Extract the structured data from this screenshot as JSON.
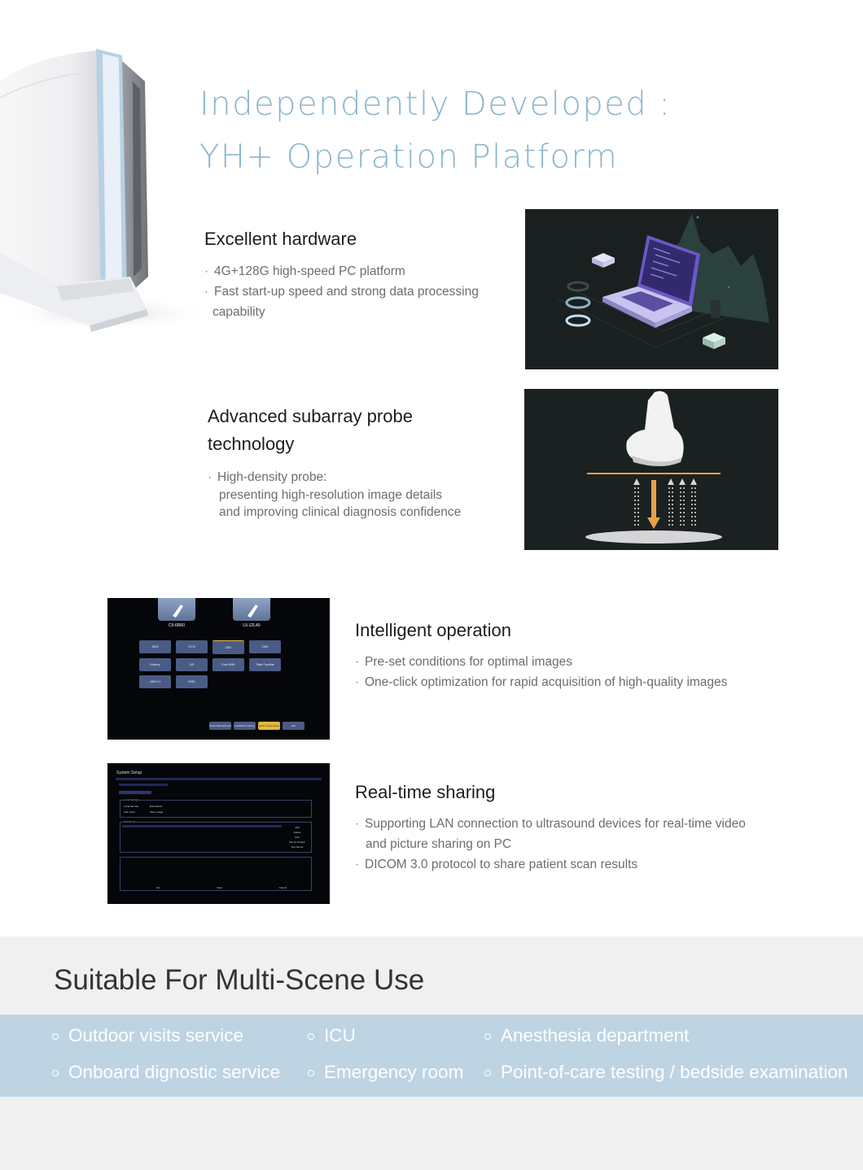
{
  "hero": {
    "line1": "Independently Developed :",
    "line2": "YH+ Operation Platform"
  },
  "sections": {
    "hardware": {
      "title": "Excellent hardware",
      "bullet1": "4G+128G high-speed PC platform",
      "bullet2": "Fast start-up speed and strong data processing",
      "bullet2_cont": "capability"
    },
    "probe": {
      "title_line1": "Advanced subarray probe",
      "title_line2": "technology",
      "bullet1": "High-density probe:",
      "line2": "presenting high-resolution image details",
      "line3": "and improving clinical diagnosis confidence"
    },
    "intelligent": {
      "title": "Intelligent operation",
      "bullet1": "Pre-set conditions for optimal images",
      "bullet2": "One-click optimization for rapid acquisition of  high-quality  images"
    },
    "sharing": {
      "title": "Real-time sharing",
      "bullet1": "Supporting LAN connection to ultrasound devices for real-time video",
      "bullet1_cont": "and picture sharing on PC",
      "bullet2": "DICOM 3.0 protocol to share patient scan results"
    }
  },
  "ui_screen": {
    "probe1": "C5-6R60",
    "probe2": "L5-12L40",
    "presets": [
      "ABD",
      "OTN",
      "OB1",
      "OB2",
      "Kidney",
      "UR",
      "Fast ABD",
      "Total Cardiac",
      "ABD-H",
      "MSK"
    ],
    "footer_buttons": [
      "Preset Management",
      "Load/Write Setting",
      "Quick Preset Select",
      "Exit"
    ]
  },
  "setup_screen": {
    "title": "System Setup",
    "local_settings_label": "Local Settings",
    "local_ae_title_label": "Local AE Title",
    "local_ae_title_value": "EchoWorks",
    "auto_store_label": "Auto Store",
    "auto_store_value": "Store Image",
    "dicom_list_label": "DICOM List",
    "side_buttons": [
      "Add",
      "Delete",
      "Edit",
      "Set As Default",
      "Test Server"
    ],
    "bottom_buttons": [
      "Set",
      "Clear",
      "Cancel"
    ]
  },
  "scenes": {
    "title": "Suitable For Multi-Scene Use",
    "items": [
      "Outdoor visits service",
      "ICU",
      "Anesthesia department",
      "Onboard dignostic service",
      "Emergency room",
      "Point-of-care testing / bedside examination"
    ]
  },
  "colors": {
    "hero_title": "#8db6cf",
    "scene_strip": "#bed4e3",
    "scene_band": "#f1f0f0",
    "dark_panel": "#1a2020",
    "accent_orange": "#e8a04a"
  }
}
